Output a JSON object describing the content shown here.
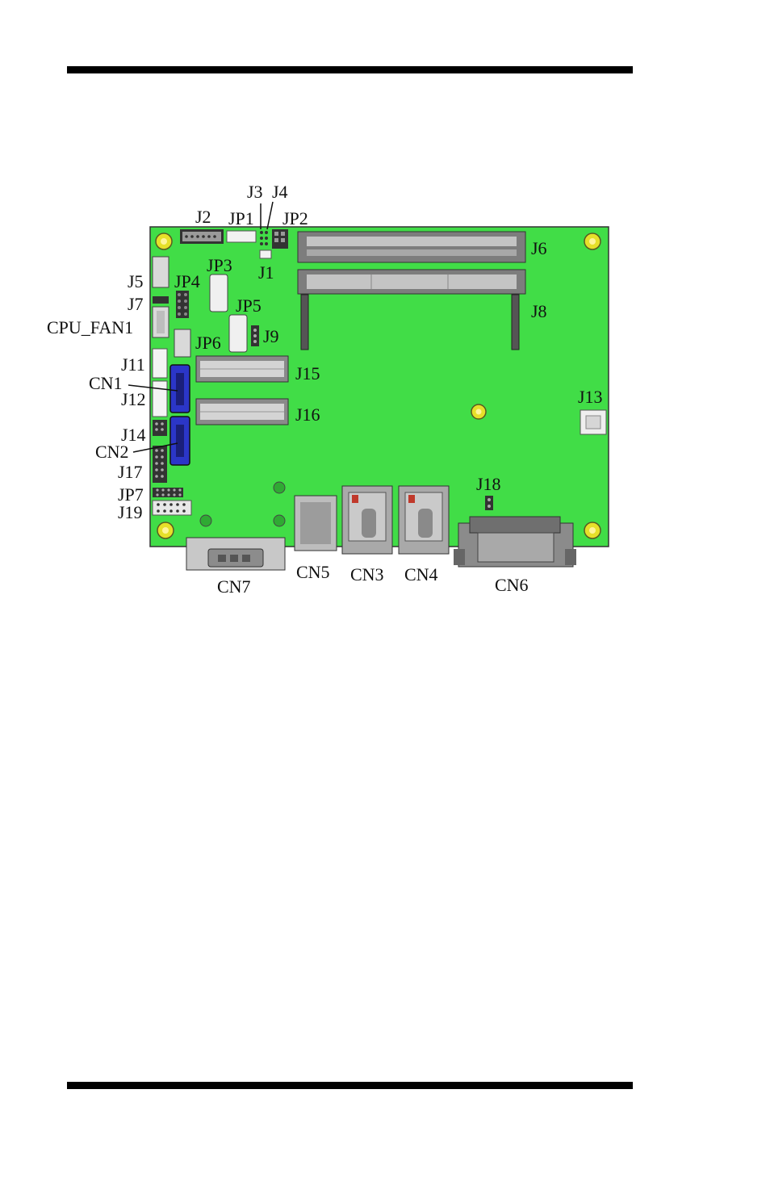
{
  "colors": {
    "board": "#41dd47",
    "sata": "#2b36c8",
    "hole": "#e6e02a",
    "rule": "#000000"
  },
  "labels": {
    "J2": "J2",
    "JP1": "JP1",
    "J3": "J3",
    "J4": "J4",
    "JP2": "JP2",
    "J1": "J1",
    "J5": "J5",
    "J7": "J7",
    "CPU_FAN1": "CPU_FAN1",
    "JP3": "JP3",
    "JP4": "JP4",
    "JP5": "JP5",
    "JP6": "JP6",
    "J9": "J9",
    "J6": "J6",
    "J8": "J8",
    "J11": "J11",
    "CN1": "CN1",
    "J12": "J12",
    "J15": "J15",
    "J16": "J16",
    "J13": "J13",
    "J14": "J14",
    "CN2": "CN2",
    "J17": "J17",
    "J18": "J18",
    "JP7": "JP7",
    "J19": "J19",
    "CN7": "CN7",
    "CN5": "CN5",
    "CN3": "CN3",
    "CN4": "CN4",
    "CN6": "CN6"
  }
}
